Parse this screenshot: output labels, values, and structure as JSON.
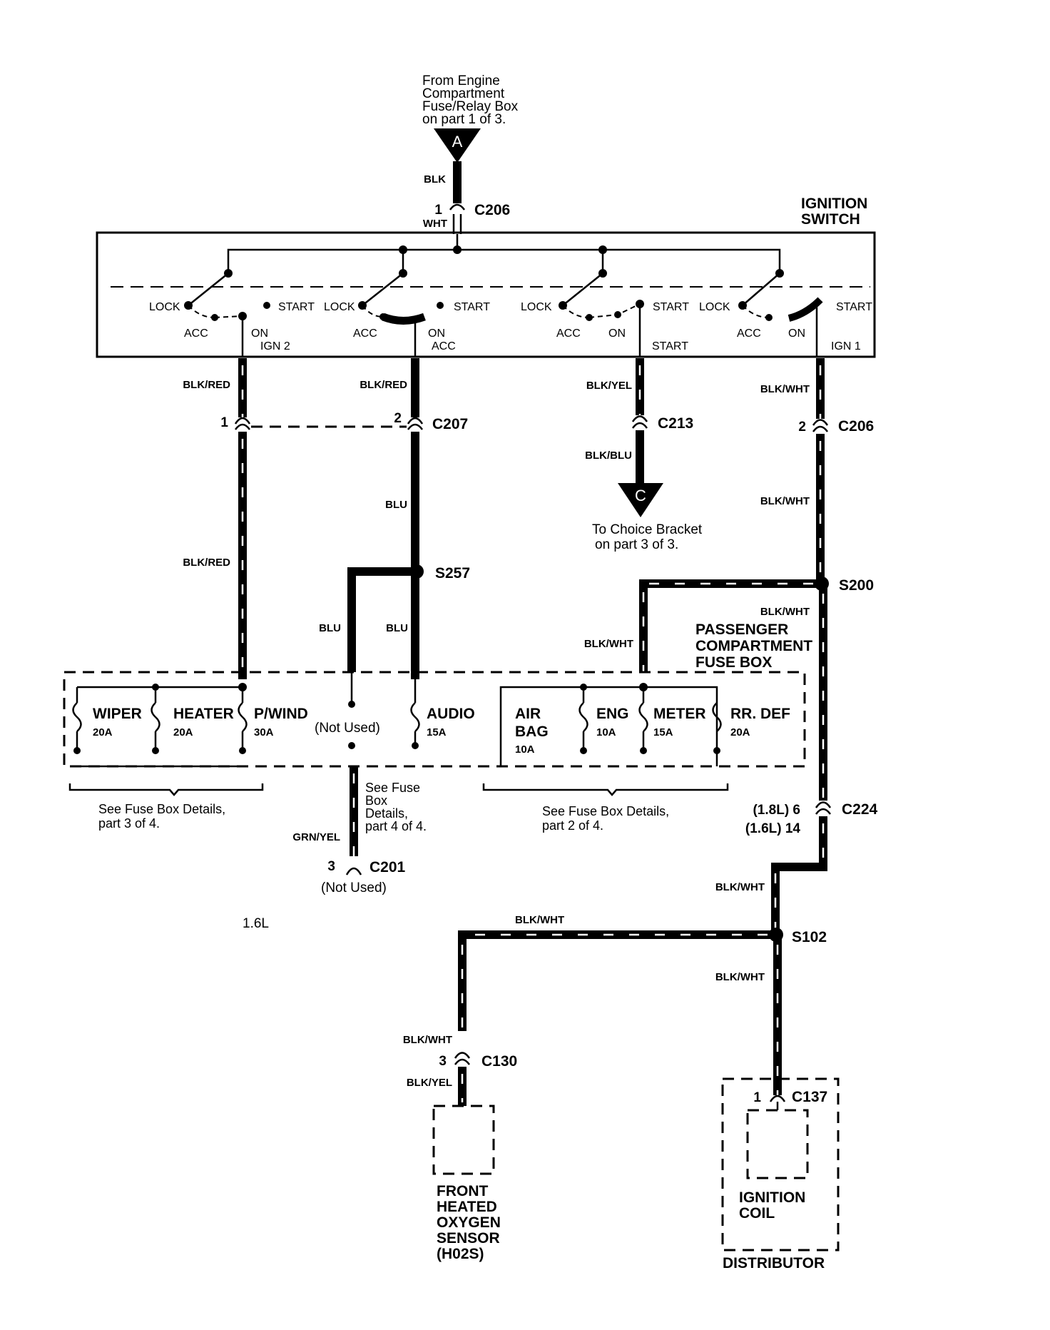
{
  "source_note": [
    "From Engine",
    "Compartment",
    "Fuse/Relay Box",
    "on part 1 of 3."
  ],
  "connector_A": "A",
  "connector_C": "C",
  "ignition_switch": [
    "IGNITION",
    "SWITCH"
  ],
  "switch_labels": {
    "lock": "LOCK",
    "start": "START",
    "acc": "ACC",
    "on": "ON",
    "ign2": "IGN 2",
    "acc_out": "ACC",
    "start_out": "START",
    "ign1": "IGN 1"
  },
  "wires": {
    "blk": "BLK",
    "wht": "WHT",
    "blk_red": "BLK/RED",
    "blu": "BLU",
    "blk_yel": "BLK/YEL",
    "blk_blu": "BLK/BLU",
    "blk_wht": "BLK/WHT",
    "grn_yel": "GRN/YEL"
  },
  "connectors": {
    "c206": "C206",
    "c207": "C207",
    "c213": "C213",
    "c224": "C224",
    "c201": "C201",
    "c130": "C130",
    "c137": "C137",
    "s257": "S257",
    "s200": "S200",
    "s102": "S102"
  },
  "pins": {
    "c206_top": "1",
    "c207_1": "1",
    "c207_2": "2",
    "c206_right": "2",
    "c224_18": "(1.8L) 6",
    "c224_16": "(1.6L) 14",
    "c201": "3",
    "c130": "3",
    "c137": "1"
  },
  "to_choice": [
    "To Choice Bracket",
    "on part 3 of 3."
  ],
  "fuse_box_title": [
    "PASSENGER",
    "COMPARTMENT",
    "FUSE BOX"
  ],
  "fuses": [
    {
      "name": "WIPER",
      "rating": "20A"
    },
    {
      "name": "HEATER",
      "rating": "20A"
    },
    {
      "name": "P/WIND",
      "rating": "30A"
    },
    {
      "name": "AUDIO",
      "rating": "15A"
    },
    {
      "name": "AIR",
      "name2": "BAG",
      "rating": "10A"
    },
    {
      "name": "ENG",
      "rating": "10A"
    },
    {
      "name": "METER",
      "rating": "15A"
    },
    {
      "name": "RR. DEF",
      "rating": "20A"
    }
  ],
  "not_used": "(Not Used)",
  "fuse_details_left": [
    "See Fuse Box Details,",
    "part 3 of 4."
  ],
  "fuse_details_mid": [
    "See Fuse",
    "Box",
    "Details,",
    "part 4 of 4."
  ],
  "fuse_details_right": [
    "See Fuse Box Details,",
    "part 2 of 4."
  ],
  "engine_note": "1.6L",
  "sensor_label": [
    "FRONT",
    "HEATED",
    "OXYGEN",
    "SENSOR",
    "(H02S)"
  ],
  "coil_label": [
    "IGNITION",
    "COIL"
  ],
  "distributor_label": "DISTRIBUTOR"
}
